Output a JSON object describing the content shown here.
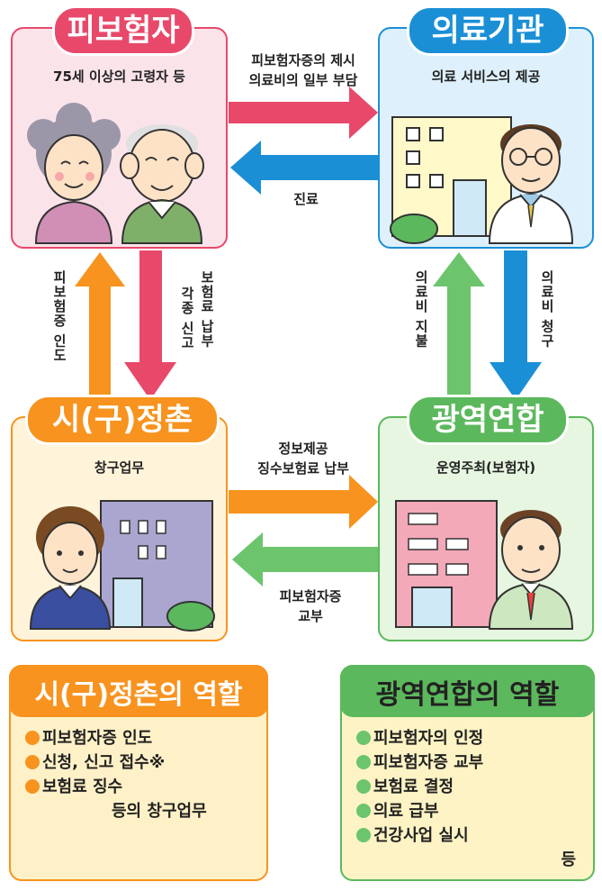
{
  "insured": {
    "title": "피보험자",
    "subtitle": "75세 이상의 고령자 등"
  },
  "hospital": {
    "title": "의료기관",
    "subtitle": "의료 서비스의 제공"
  },
  "municipality": {
    "title": "시(구)정촌",
    "subtitle": "창구업무"
  },
  "union": {
    "title": "광역연합",
    "subtitle": "운영주최(보험자)"
  },
  "flows": {
    "insured_to_hospital": "피보험자증의 제시\n의료비의 일부 부담",
    "hospital_to_insured": "진료",
    "municipality_to_union": "정보제공\n징수보험료 납부",
    "union_to_municipality": "피보험자증\n교부",
    "municipality_to_insured": "피보험증 인도",
    "insured_to_municipality_a": "각종 신고",
    "insured_to_municipality_b": "보험료 납부",
    "union_to_hospital": "의료비 지불",
    "hospital_to_union": "의료비 청구"
  },
  "municipality_roles": {
    "title": "시(구)정촌의 역할",
    "items": [
      "피보험자증 인도",
      "신청, 신고 접수※",
      "보험료 징수"
    ],
    "footer": "등의 창구업무"
  },
  "union_roles": {
    "title": "광역연합의 역할",
    "items": [
      "피보험자의 인정",
      "피보험자증 교부",
      "보험료 결정",
      "의료 급부",
      "건강사업 실시"
    ],
    "footer": "등"
  },
  "colors": {
    "insured": "#e8496a",
    "hospital": "#1b8fd6",
    "municipality": "#f7931e",
    "union": "#5cb85c",
    "arrow_pink": "#e8496a",
    "arrow_blue": "#1b8fd6",
    "arrow_orange": "#f7931e",
    "arrow_green": "#6cc46c"
  }
}
